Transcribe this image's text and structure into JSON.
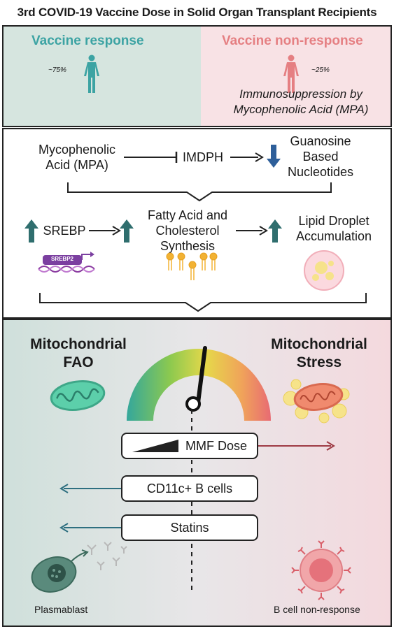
{
  "title": "3rd COVID-19 Vaccine Dose in Solid Organ Transplant Recipients",
  "panel1": {
    "response_label": "Vaccine response",
    "response_pct": "~75%",
    "nonresponse_label": "Vaccine non-response",
    "nonresponse_pct": "~25%",
    "immuno_line1": "Immunosuppression by",
    "immuno_line2": "Mycophenolic Acid (MPA)",
    "colors": {
      "response": "#3ca3a3",
      "nonresponse": "#e57f82"
    }
  },
  "panel2": {
    "mpa_line1": "Mycophenolic",
    "mpa_line2": "Acid (MPA)",
    "impdh": "IMDPH",
    "guanosine_line1": "Guanosine",
    "guanosine_line2": "Based",
    "guanosine_line3": "Nucleotides",
    "srebp": "SREBP",
    "srebp2_gene": "SREBP2",
    "fatty_line1": "Fatty Acid and",
    "fatty_line2": "Cholesterol",
    "fatty_line3": "Synthesis",
    "lipid_line1": "Lipid Droplet",
    "lipid_line2": "Accumulation",
    "colors": {
      "up_arrow": "#2f6e6e",
      "down_arrow": "#2e5f9a"
    }
  },
  "panel3": {
    "left_title_line1": "Mitochondrial",
    "left_title_line2": "FAO",
    "right_title_line1": "Mitochondrial",
    "right_title_line2": "Stress",
    "mmf_dose": "MMF Dose",
    "cd11c": "CD11c+ B cells",
    "statins": "Statins",
    "plasmablast": "Plasmablast",
    "b_cell_nonresponse": "B cell non-response",
    "colors": {
      "right_arrow": "#9e3a44",
      "left_arrow": "#2e6f80"
    }
  }
}
